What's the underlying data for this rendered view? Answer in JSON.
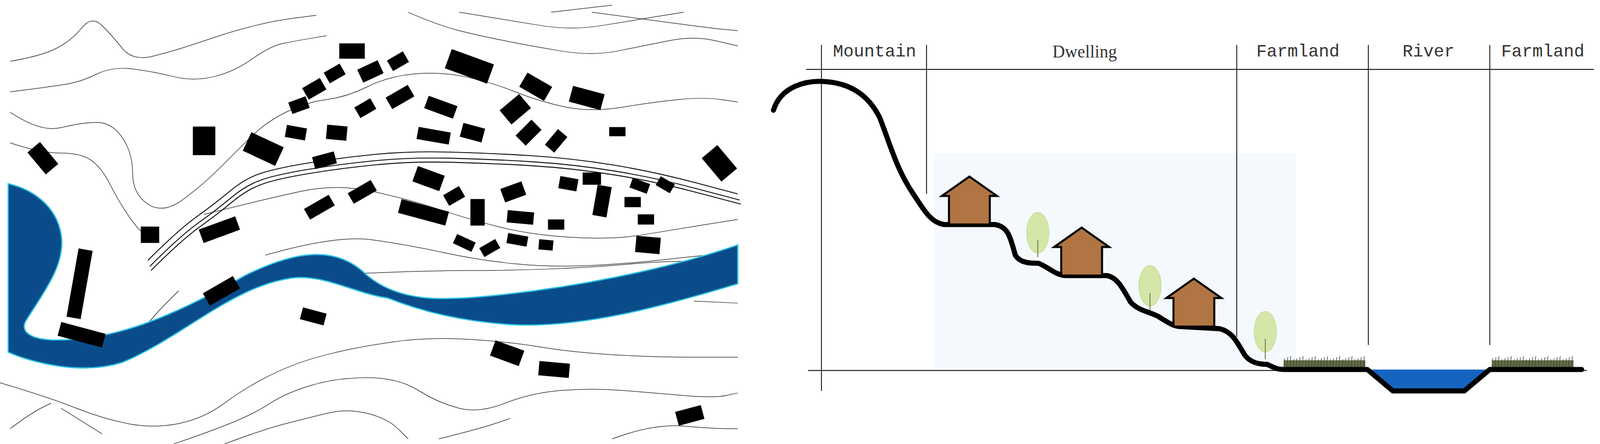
{
  "diagram": {
    "labels": [
      "Mountain",
      "Dwelling",
      "Farmland",
      "River",
      "Farmland"
    ]
  }
}
